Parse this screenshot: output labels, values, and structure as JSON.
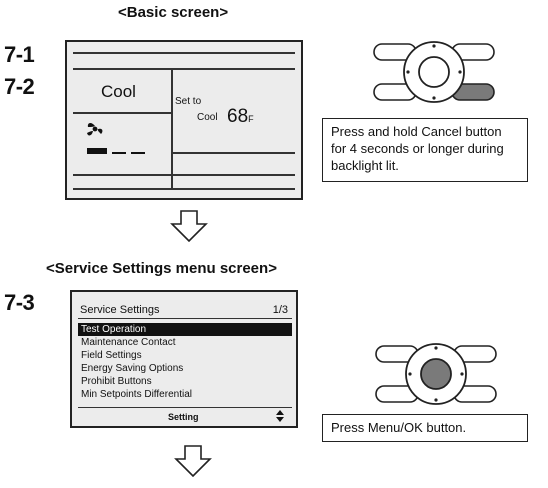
{
  "basic": {
    "heading": "<Basic screen>",
    "step_1": "7-1",
    "step_2": "7-2",
    "mode": "Cool",
    "set_to": "Set to",
    "set_mode": "Cool",
    "temp": "68",
    "temp_unit": "F",
    "instruction": "Press and hold Cancel button for 4 seconds or longer during backlight lit."
  },
  "service": {
    "heading": "<Service Settings menu screen>",
    "step": "7-3",
    "title": "Service Settings",
    "page": "1/3",
    "items": [
      "Test Operation",
      "Maintenance Contact",
      "Field Settings",
      "Energy Saving Options",
      "Prohibit Buttons",
      "Min Setpoints Differential"
    ],
    "footer": "Setting",
    "instruction": "Press Menu/OK button."
  },
  "icons": {
    "fan": "fan-icon",
    "arrow": "down-arrow-icon",
    "remote": "remote-buttons-icon",
    "scroll": "up-down-arrow-icon"
  },
  "colors": {
    "highlight_cancel": "#7a7a7a",
    "highlight_menu_ok": "#7a7a7a"
  }
}
